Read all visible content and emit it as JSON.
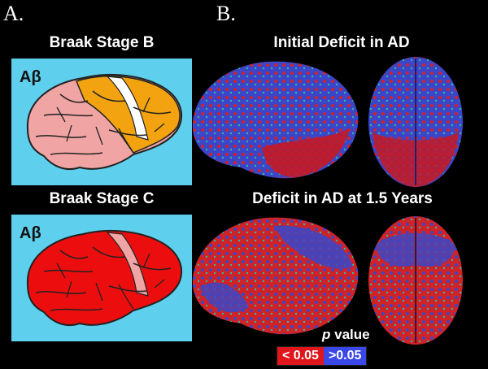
{
  "panel_a": {
    "letter": "A.",
    "stage_b_title": "Braak Stage B",
    "stage_c_title": "Braak Stage C",
    "amyloid_label": "Aβ"
  },
  "panel_b": {
    "letter": "B.",
    "row1_title": "Initial  Deficit in AD",
    "row2_title": "Deficit in AD at 1.5 Years"
  },
  "legend": {
    "p_symbol": "p",
    "p_word": " value",
    "low_label": "< 0.05",
    "high_label": ">0.05",
    "colors": {
      "low": "#e0161c",
      "high": "#3a48e8",
      "box": "#5ecfec"
    }
  }
}
